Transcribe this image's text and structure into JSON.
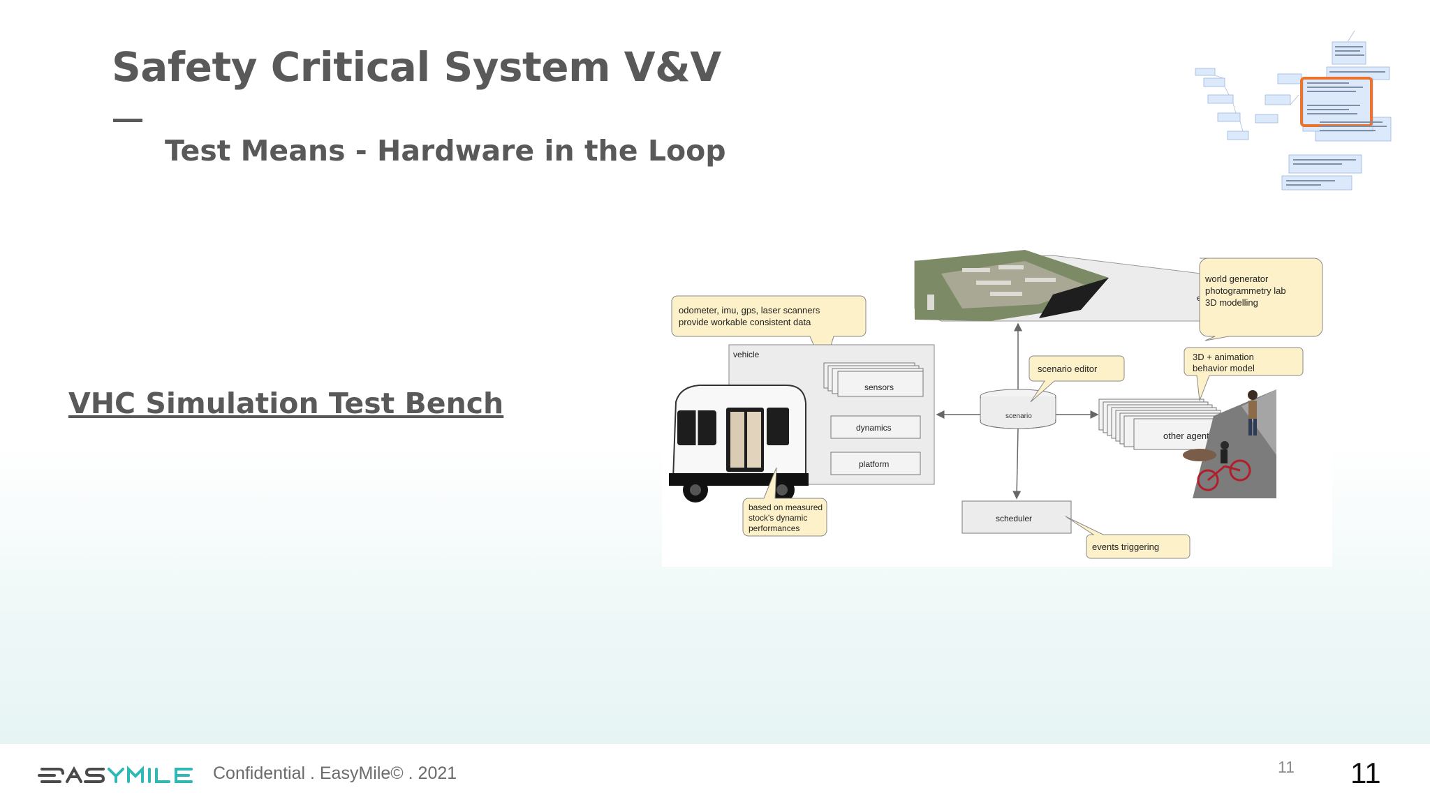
{
  "slide": {
    "title": "Safety Critical System V&V",
    "subtitle": "Test Means - Hardware in the Loop",
    "link_text": "VHC Simulation Test Bench"
  },
  "diagram": {
    "callouts": {
      "sensors_note_line1": "odometer, imu, gps, laser scanners",
      "sensors_note_line2": "provide workable consistent data",
      "world_line1": "world generator",
      "world_line2": "photogrammetry lab",
      "world_line3": "3D modelling",
      "scenario_editor": "scenario editor",
      "animation_line1": "3D + animation",
      "animation_line2": "behavior model",
      "measured_line1": "based on measured",
      "measured_line2": "stock's dynamic",
      "measured_line3": "performances",
      "events": "events triggering"
    },
    "boxes": {
      "vehicle": "vehicle",
      "sensors": "sensors",
      "dynamics": "dynamics",
      "platform": "platform",
      "environment": "environment",
      "scenario": "scenario",
      "other_agents": "other agents",
      "scheduler": "scheduler"
    },
    "highlight_color": "#e8742e",
    "callout_color": "#fdf1c9"
  },
  "footer": {
    "logo_text": "EASYMILE",
    "confidential": "Confidential . EasyMile© . 2021",
    "page_small": "11",
    "page_big": "11"
  }
}
